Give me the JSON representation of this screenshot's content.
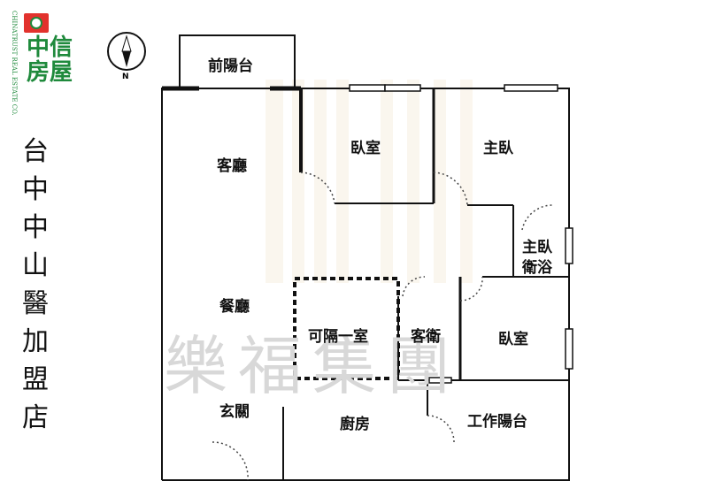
{
  "logo": {
    "name": "中信房屋",
    "subtitle": "CHINATRUST REAL ESTATE CO.",
    "colors": {
      "green": "#1f8a3c",
      "red": "#e2322d"
    }
  },
  "compass": {
    "label": "N",
    "icon": "north-arrow-icon"
  },
  "title": "台中中山醫加盟店",
  "watermark": "樂福集團",
  "rooms": {
    "front_balcony": "前陽台",
    "living": "客廳",
    "bedroom1": "臥室",
    "master": "主臥",
    "master_bath_1": "主臥",
    "master_bath_2": "衛浴",
    "dining": "餐廳",
    "partition": "可隔一室",
    "guest_bath": "客衛",
    "bedroom2": "臥室",
    "entry": "玄關",
    "kitchen": "廚房",
    "utility": "工作陽台"
  },
  "colors": {
    "wall": "#111111",
    "watermark": "#d8d8d8",
    "watermark_bg": "#f3e6cf"
  }
}
